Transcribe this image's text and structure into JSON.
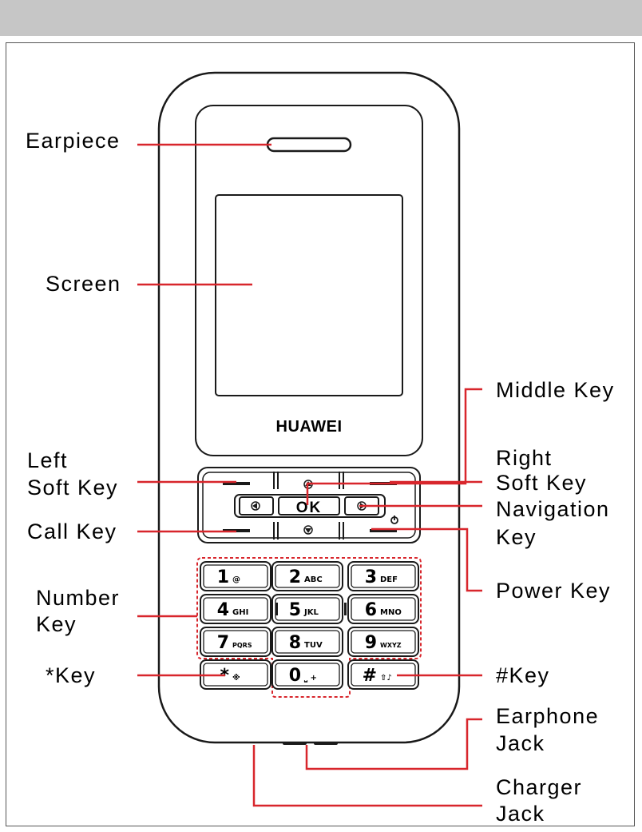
{
  "brand": "HUAWEI",
  "ok_label": "OK",
  "labels": {
    "earpiece": "Earpiece",
    "screen": "Screen",
    "left_soft_key_1": "Left",
    "left_soft_key_2": "Soft Key",
    "call_key": "Call Key",
    "number_key_1": "Number",
    "number_key_2": "Key",
    "star_key": "*Key",
    "middle_key": "Middle Key",
    "right_soft_key_1": "Right",
    "right_soft_key_2": "Soft Key",
    "navigation_key_1": "Navigation",
    "navigation_key_2": "Key",
    "power_key": "Power Key",
    "hash_key": "#Key",
    "earphone_jack_1": "Earphone",
    "earphone_jack_2": "Jack",
    "charger_jack_1": "Charger",
    "charger_jack_2": "Jack"
  },
  "keys": [
    {
      "main": "1",
      "sub": "@"
    },
    {
      "main": "2",
      "sub": "ABC"
    },
    {
      "main": "3",
      "sub": "DEF"
    },
    {
      "main": "4",
      "sub": "GHI"
    },
    {
      "main": "5",
      "sub": "JKL"
    },
    {
      "main": "6",
      "sub": "MNO"
    },
    {
      "main": "7",
      "sub": "PQRS"
    },
    {
      "main": "8",
      "sub": "TUV"
    },
    {
      "main": "9",
      "sub": "WXYZ"
    },
    {
      "main": "*",
      "sub": "※"
    },
    {
      "main": "0",
      "sub": "⎵ +"
    },
    {
      "main": "#",
      "sub": "⇧♪"
    }
  ],
  "colors": {
    "callout": "#d8262c",
    "outline": "#1a1a1a",
    "dashed": "#d8262c"
  }
}
